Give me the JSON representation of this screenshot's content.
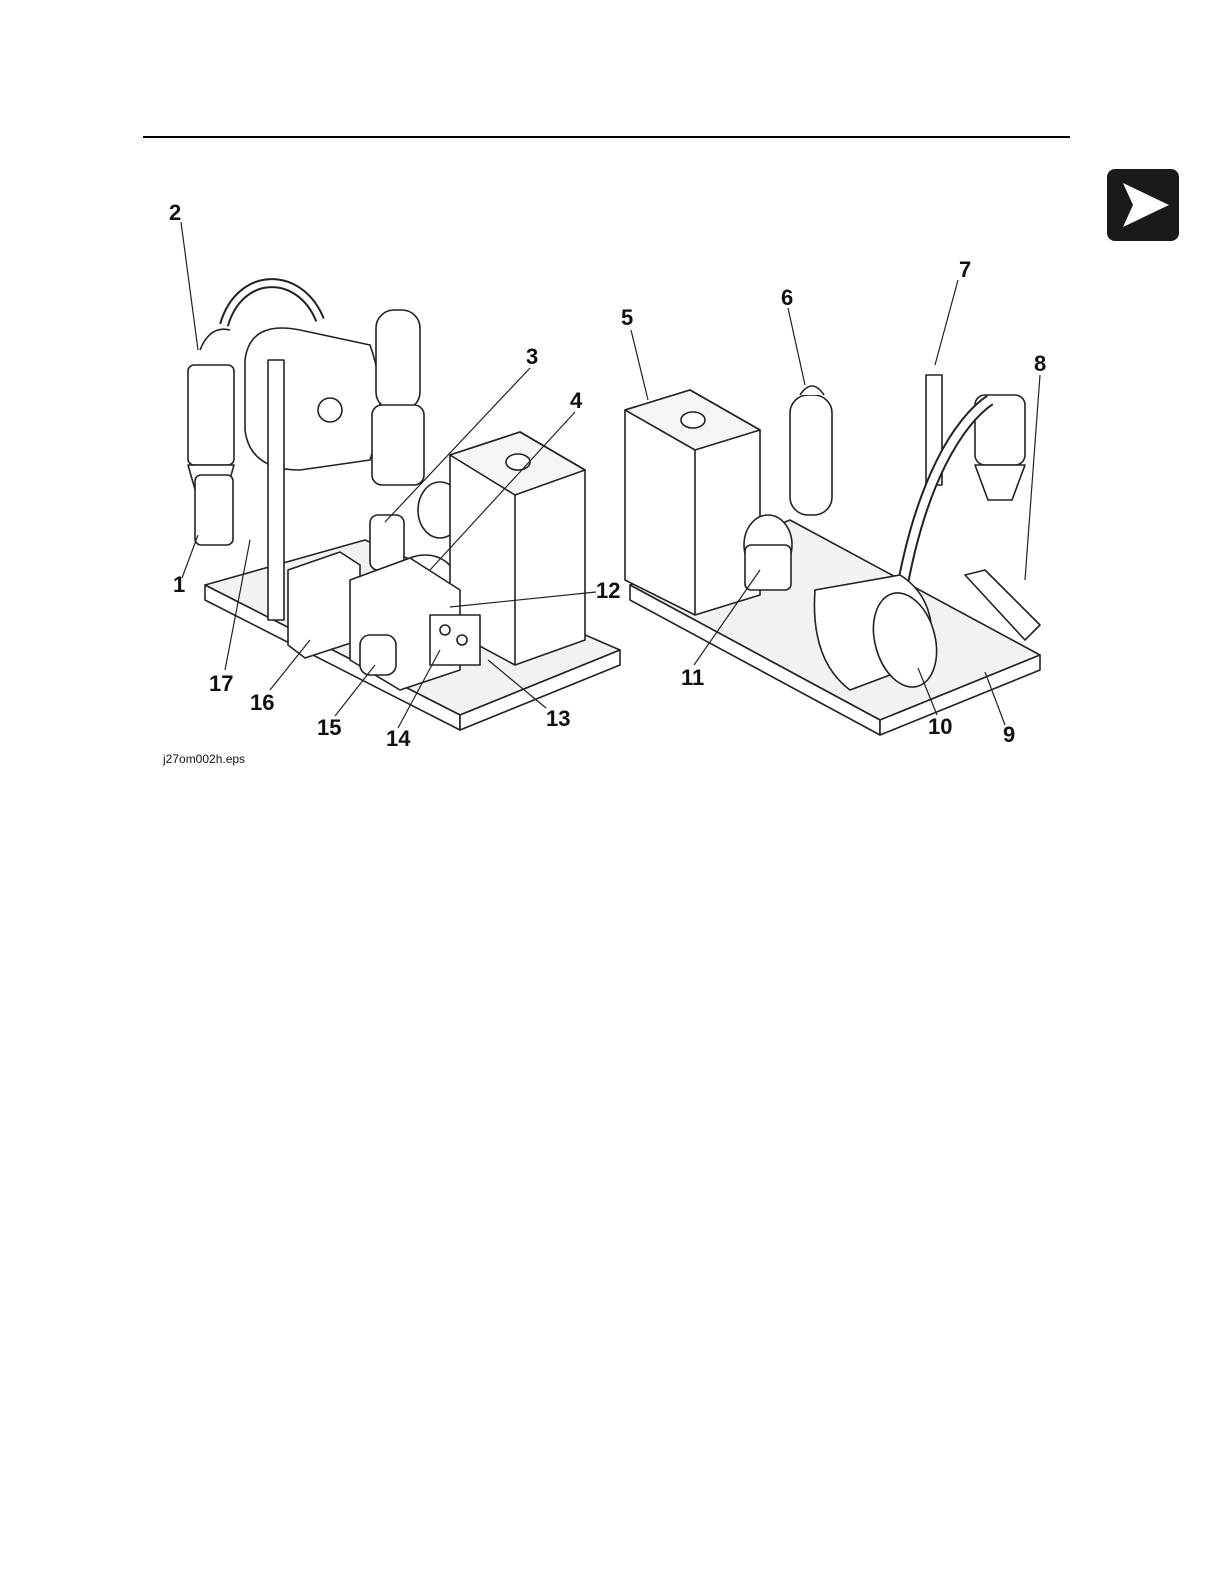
{
  "figure": {
    "callouts": [
      {
        "id": "c1",
        "label": "1"
      },
      {
        "id": "c2",
        "label": "2"
      },
      {
        "id": "c3",
        "label": "3"
      },
      {
        "id": "c4",
        "label": "4"
      },
      {
        "id": "c5",
        "label": "5"
      },
      {
        "id": "c6",
        "label": "6"
      },
      {
        "id": "c7",
        "label": "7"
      },
      {
        "id": "c8",
        "label": "8"
      },
      {
        "id": "c9",
        "label": "9"
      },
      {
        "id": "c10",
        "label": "10"
      },
      {
        "id": "c11",
        "label": "11"
      },
      {
        "id": "c12",
        "label": "12"
      },
      {
        "id": "c13",
        "label": "13"
      },
      {
        "id": "c14",
        "label": "14"
      },
      {
        "id": "c15",
        "label": "15"
      },
      {
        "id": "c16",
        "label": "16"
      },
      {
        "id": "c17",
        "label": "17"
      }
    ],
    "caption": "j27om002h.eps"
  },
  "nav": {
    "icon": "play-arrow-icon",
    "color": "#1a1a1a"
  }
}
